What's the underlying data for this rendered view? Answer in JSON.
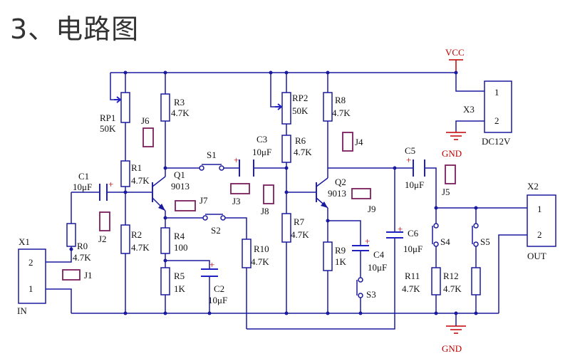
{
  "title": "3、电路图",
  "labels": {
    "vcc": "VCC",
    "gnd1": "GND",
    "gnd2": "GND",
    "x3": "X3",
    "dc12v": "DC12V",
    "x3p1": "1",
    "x3p2": "2",
    "x2": "X2",
    "out": "OUT",
    "x2p1": "1",
    "x2p2": "2",
    "x1": "X1",
    "in": "IN",
    "x1p1": "2",
    "x1p2": "1",
    "rp1": "RP1",
    "rp1v": "50K",
    "r3": "R3",
    "r3v": "4.7K",
    "j6": "J6",
    "r1": "R1",
    "r1v": "4.7K",
    "q1": "Q1",
    "q1v": "9013",
    "c1": "C1",
    "c1v": "10μF",
    "j2": "J2",
    "r0": "R0",
    "r0v": "4.7K",
    "j1": "J1",
    "r2": "R2",
    "r2v": "4.7K",
    "j7": "J7",
    "r4": "R4",
    "r4v": "100",
    "r5": "R5",
    "r5v": "1K",
    "c2": "C2",
    "c2v": "10μF",
    "s1": "S1",
    "s2": "S2",
    "c3": "C3",
    "c3v": "10μF",
    "j3": "J3",
    "j8": "J8",
    "r10": "R10",
    "r10v": "4.7K",
    "rp2": "RP2",
    "rp2v": "50K",
    "r6": "R6",
    "r6v": "4.7K",
    "r7": "R7",
    "r7v": "4.7K",
    "r8": "R8",
    "r8v": "4.7K",
    "j4": "J4",
    "q2": "Q2",
    "q2v": "9013",
    "j9": "J9",
    "r9": "R9",
    "r9v": "1K",
    "c4": "C4",
    "c4v": "10μF",
    "s3": "S3",
    "c5": "C5",
    "c5v": "10μF",
    "j5": "J5",
    "c6": "C6",
    "c6v": "10μF",
    "s4": "S4",
    "s5": "S5",
    "r11": "R11",
    "r11v": "4.7K",
    "r12": "R12",
    "r12v": "4.7K",
    "plus": "+"
  }
}
